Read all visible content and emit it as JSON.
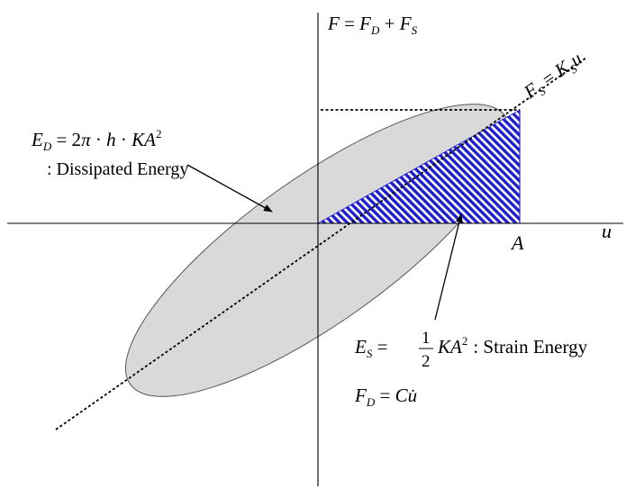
{
  "axes": {
    "vertical_label": {
      "lhs": "F",
      "eq": " = ",
      "t1": "F",
      "t1_sub": "D",
      "plus": " + ",
      "t2": "F",
      "t2_sub": "S"
    },
    "horizontal_label": "u",
    "amplitude_label": "A"
  },
  "stiffness_line": {
    "lhs": "F",
    "lhs_sub": "S",
    "eq": " = ",
    "k": "K",
    "k_sub": "S",
    "var": "u"
  },
  "dissipated": {
    "lhs": "E",
    "lhs_sub": "D",
    "eq": " = 2",
    "pi": "π",
    "dot1": " · ",
    "h": "h",
    "dot2": " · ",
    "ka": "KA",
    "exp": "2",
    "caption": ": Dissipated Energy"
  },
  "strain": {
    "lhs": "E",
    "lhs_sub": "S",
    "eq": " = ",
    "num": "1",
    "den": "2",
    "ka": "KA",
    "exp": "2",
    "caption": ": Strain Energy"
  },
  "damping": {
    "lhs": "F",
    "lhs_sub": "D",
    "eq": " = ",
    "c": "C",
    "udot": "u̇"
  },
  "colors": {
    "ellipse_fill": "#d9d9d9",
    "ellipse_stroke": "#555555",
    "hatch_a": "#1f1fcc",
    "hatch_b": "#ffffff",
    "ink": "#000000"
  }
}
